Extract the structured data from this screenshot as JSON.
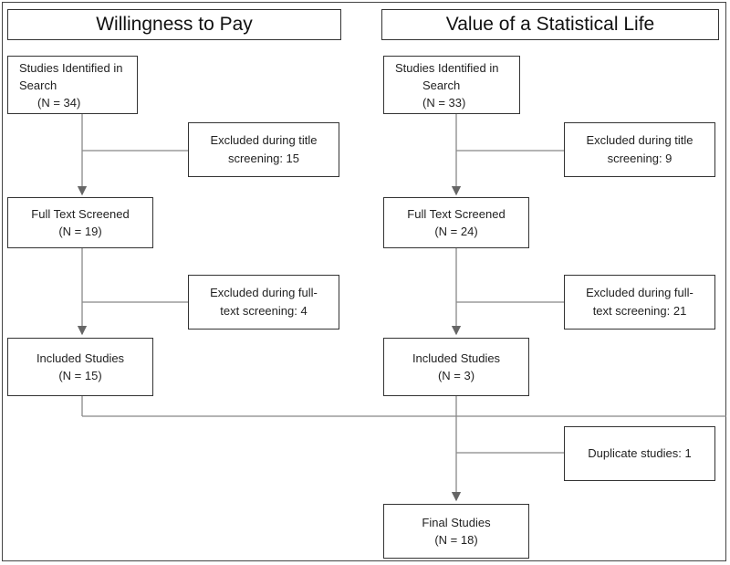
{
  "headers": {
    "wtp": "Willingness to Pay",
    "vsl": "Value of a Statistical Life"
  },
  "wtp": {
    "identified": [
      "Studies Identified in",
      "Search",
      "(N = 34)"
    ],
    "excluded_title": [
      "Excluded during title",
      "screening: 15"
    ],
    "full_text": [
      "Full Text Screened",
      "(N = 19)"
    ],
    "excluded_full": [
      "Excluded during full-",
      "text screening: 4"
    ],
    "included": [
      "Included Studies",
      "(N = 15)"
    ]
  },
  "vsl": {
    "identified": [
      "Studies Identified in",
      "Search",
      "(N = 33)"
    ],
    "excluded_title": [
      "Excluded during title",
      "screening: 9"
    ],
    "full_text": [
      "Full Text Screened",
      "(N = 24)"
    ],
    "excluded_full": [
      "Excluded during full-",
      "text screening: 21"
    ],
    "included": [
      "Included Studies",
      "(N = 3)"
    ]
  },
  "duplicate": "Duplicate studies: 1",
  "final": [
    "Final Studies",
    "(N = 18)"
  ]
}
